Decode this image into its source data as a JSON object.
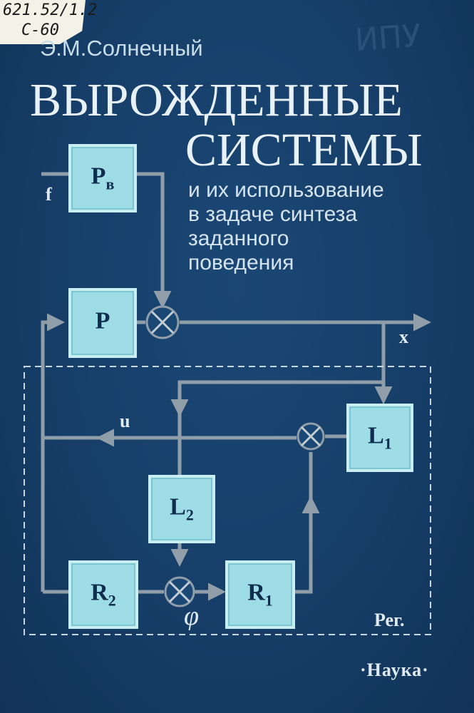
{
  "library": {
    "call_line1": "621.52/1.2",
    "call_line2": "С-60",
    "handwritten": "ИПУ"
  },
  "author": "Э.М.Солнечный",
  "title": {
    "line1": "ВЫРОЖДЕННЫЕ",
    "line2": "СИСТЕМЫ"
  },
  "subtitle": [
    "и их использование",
    "в задаче синтеза",
    "заданного",
    "поведения"
  ],
  "diagram": {
    "blocks": {
      "pb": {
        "main": "P",
        "sub": "в"
      },
      "p": {
        "main": "P",
        "sub": ""
      },
      "l1": {
        "main": "L",
        "sub": "1"
      },
      "l2": {
        "main": "L",
        "sub": "2"
      },
      "r2": {
        "main": "R",
        "sub": "2"
      },
      "r1": {
        "main": "R",
        "sub": "1"
      }
    },
    "signals": {
      "f": "f",
      "x": "x",
      "u": "u",
      "phi": "φ"
    },
    "region_label": "Рег."
  },
  "publisher": "·Наука·",
  "colors": {
    "background": "#163e68",
    "block_fill": "#9fdde6",
    "wire": "#8f9ea8",
    "text": "#e8f1f6"
  }
}
